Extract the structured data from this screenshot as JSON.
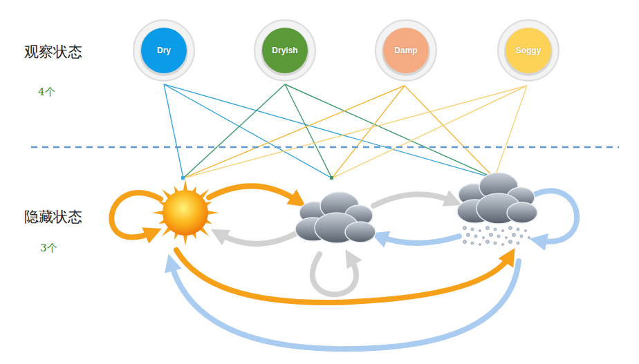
{
  "diagram": {
    "nodes": [
      {
        "text": [
          "Dry"
        ]
      },
      {
        "text": [
          "Dryish"
        ]
      },
      {
        "text": [
          "Damp"
        ]
      },
      {
        "text": [
          "Soggy"
        ]
      }
    ],
    "labels": [
      "观察状态",
      "4个",
      "隐藏状态",
      "3个"
    ]
  }
}
